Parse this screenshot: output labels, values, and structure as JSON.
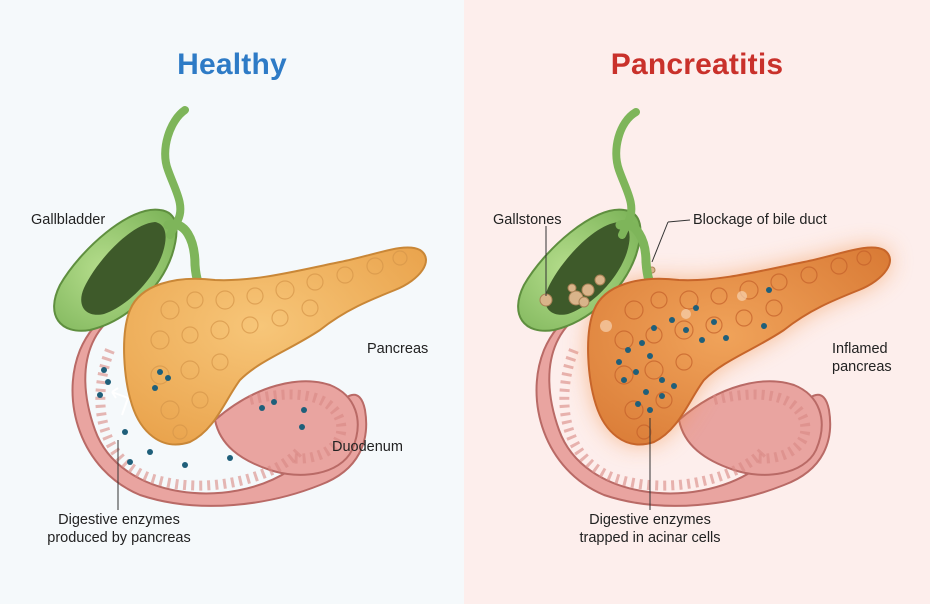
{
  "healthy": {
    "title": "Healthy",
    "labels": {
      "gallbladder": "Gallbladder",
      "pancreas": "Pancreas",
      "duodenum": "Duodenum",
      "enzymes_line1": "Digestive enzymes",
      "enzymes_line2": "produced by pancreas"
    }
  },
  "pancreatitis": {
    "title": "Pancreatitis",
    "labels": {
      "gallstones": "Gallstones",
      "blockage": "Blockage of bile duct",
      "inflamed_line1": "Inflamed",
      "inflamed_line2": "pancreas",
      "enzymes_line1": "Digestive enzymes",
      "enzymes_line2": "trapped in acinar cells"
    }
  },
  "colors": {
    "healthy_title": "#2e7bc6",
    "pancreatitis_title": "#c9312b",
    "left_background": "#f5f9fb",
    "right_background": "#fdeeec",
    "pancreas": "#f2b25a",
    "inflamed_pancreas": "#e9934a",
    "gallbladder": "#9ccc72",
    "bile": "#3e5a2a",
    "duodenum": "#e9a4a0",
    "enzyme_dot": "#1f5f7a"
  }
}
